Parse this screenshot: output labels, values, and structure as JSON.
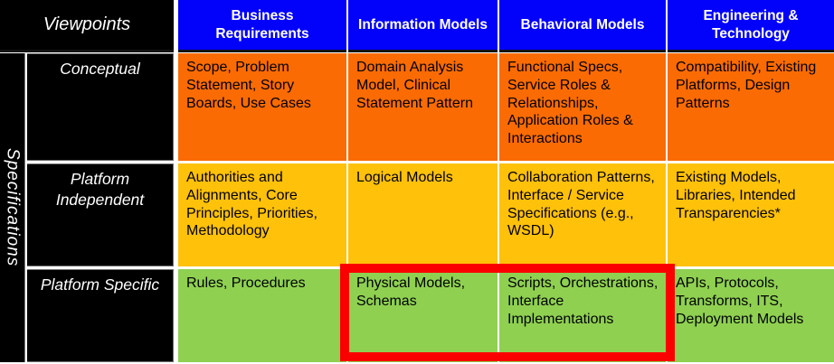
{
  "header": {
    "viewpoints_label": "Viewpoints",
    "columns": [
      "Business Requirements",
      "Information Models",
      "Behavioral Models",
      "Engineering & Technology"
    ]
  },
  "side_label": "Specifications",
  "rows": [
    {
      "label": "Conceptual",
      "cells": [
        "Scope, Problem Statement, Story Boards, Use Cases",
        "Domain Analysis Model, Clinical Statement Pattern",
        "Functional Specs, Service Roles & Relationships, Application Roles & Interactions",
        "Compatibility, Existing Platforms, Design Patterns"
      ]
    },
    {
      "label": "Platform Independent",
      "cells": [
        "Authorities and Alignments,  Core Principles, Priorities, Methodology",
        "Logical Models",
        "Collaboration Patterns, Interface / Service Specifications  (e.g., WSDL)",
        "Existing Models, Libraries, Intended Transparencies*"
      ]
    },
    {
      "label": "Platform Specific",
      "cells": [
        "Rules, Procedures",
        "Physical Models, Schemas",
        "Scripts, Orchestrations, Interface Implementations",
        "APIs, Protocols, Transforms, ITS, Deployment Models"
      ]
    }
  ],
  "highlight": {
    "row": "Platform Specific",
    "columns": [
      "Information Models",
      "Behavioral Models"
    ],
    "border_color": "#FB0000"
  },
  "colors": {
    "header_bg": "#0202FB",
    "header_text": "#FFFFFF",
    "label_bg": "#000000",
    "label_text": "#FFFFFF",
    "conceptual_row_bg": "#FA6B03",
    "platform_independent_row_bg": "#FFC10A",
    "platform_specific_row_bg": "#8FD051",
    "body_text": "#000000"
  }
}
